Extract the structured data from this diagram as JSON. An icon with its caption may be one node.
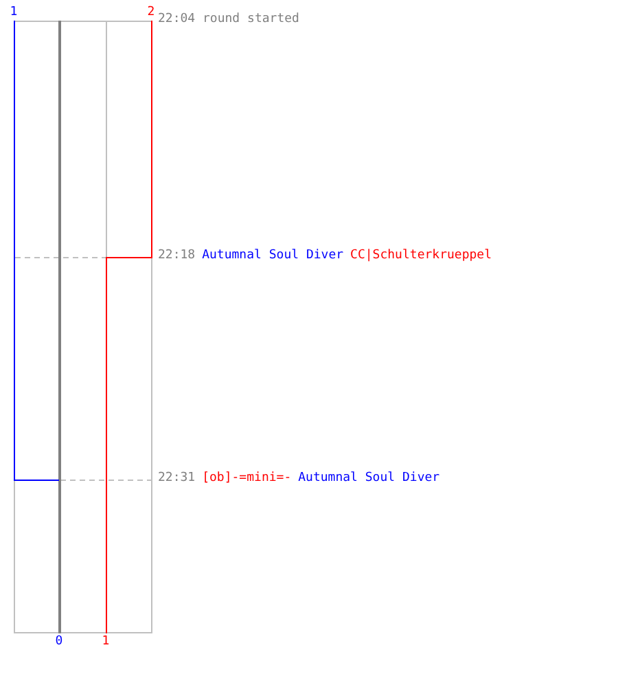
{
  "diagram": {
    "labels": [
      "1",
      "2",
      "22:04 round started",
      "22:18",
      "Autumnal Soul Diver",
      "CC|Schulterkrueppel",
      "22:31",
      "[ob]-=mini=-",
      "Autumnal Soul Diver",
      "0",
      "1"
    ]
  }
}
